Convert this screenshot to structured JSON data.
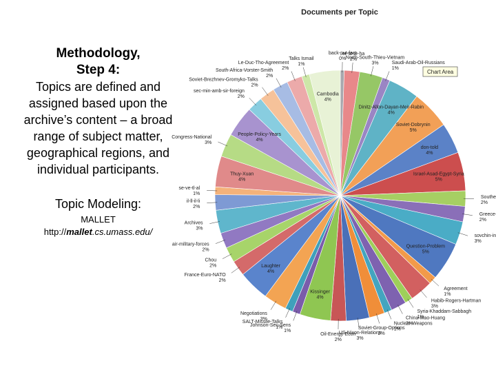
{
  "slide": {
    "heading_line1": "Methodology,",
    "heading_line2": "Step 4:",
    "body": "Topics are defined and assigned based upon the archive’s content – a broad range of subject matter, geographical regions, and individual participants.",
    "topic_modeling": "Topic Modeling:",
    "tool_name": "MALLET",
    "url_prefix": "http://",
    "url_bold": "mallet",
    "url_rest": ".cs.umass.edu/"
  },
  "tooltip": {
    "text": "Chart Area"
  },
  "chart_data": {
    "type": "pie",
    "title": "Documents per Topic",
    "slices": [
      {
        "label": "back-put-fact",
        "pct": "0%",
        "value": 0.5,
        "color": "#a8a8ae"
      },
      {
        "label": "er-st-te-ha",
        "pct": "2%",
        "value": 2,
        "color": "#e8888a"
      },
      {
        "label": "North-South-Thieu-Vietnam",
        "pct": "3%",
        "value": 3,
        "color": "#96c766"
      },
      {
        "label": "Saudi-Arab-Oil-Russians",
        "pct": "1%",
        "value": 1,
        "color": "#9a85c4"
      },
      {
        "label": "Dinitz-Allon-Dayan-Meir-Rabin",
        "pct": "4%",
        "value": 4,
        "color": "#5fb3c6"
      },
      {
        "label": "Soviet-Dobrynin",
        "pct": "5%",
        "value": 5,
        "color": "#f2a057"
      },
      {
        "label": "don-told",
        "pct": "4%",
        "value": 4,
        "color": "#5b82c7"
      },
      {
        "label": "Israel-Asad-Egypt-Syria",
        "pct": "5%",
        "value": 5,
        "color": "#cc4e4e"
      },
      {
        "label": "Southern-Europe",
        "pct": "2%",
        "value": 2,
        "color": "#a6cf63"
      },
      {
        "label": "Greece-Turkey",
        "pct": "2%",
        "value": 2,
        "color": "#8a6fb8"
      },
      {
        "label": "sovchin-indopak",
        "pct": "3%",
        "value": 3,
        "color": "#4aacc6"
      },
      {
        "label": "Question-Problem",
        "pct": "5%",
        "value": 5,
        "color": "#4f78c0"
      },
      {
        "label": "Agreement",
        "pct": "1%",
        "value": 1,
        "color": "#f29a4a"
      },
      {
        "label": "Habib-Rogers-Hartman",
        "pct": "3%",
        "value": 3,
        "color": "#d26060"
      },
      {
        "label": "Syria-Khaddam-Sabbagh",
        "pct": "1%",
        "value": 1,
        "color": "#9ecf5a"
      },
      {
        "label": "China-Mao-Huang",
        "pct": "2%",
        "value": 2,
        "color": "#7e62b0"
      },
      {
        "label": "Nuclear-Weapons",
        "pct": "1%",
        "value": 1,
        "color": "#43a5bf"
      },
      {
        "label": "Soviet-Group-Options",
        "pct": "2%",
        "value": 2,
        "color": "#f08e39"
      },
      {
        "label": "US-Nixon-Relations",
        "pct": "3%",
        "value": 3,
        "color": "#4a70b8"
      },
      {
        "label": "Oil-Energy-Econ",
        "pct": "2%",
        "value": 2,
        "color": "#c85656"
      },
      {
        "label": "Kissinger",
        "pct": "4%",
        "value": 4,
        "color": "#8fc652"
      },
      {
        "label": "Johnson-Sec-Sens",
        "pct": "1%",
        "value": 1,
        "color": "#7a5cab"
      },
      {
        "label": "SALT-Missile-Talks",
        "pct": "1%",
        "value": 1,
        "color": "#3fa0bb"
      },
      {
        "label": "Negotiations",
        "pct": "3%",
        "value": 3,
        "color": "#f3a453"
      },
      {
        "label": "Laughter",
        "pct": "4%",
        "value": 4,
        "color": "#5a84cc"
      },
      {
        "label": "France-Euro-NATO",
        "pct": "2%",
        "value": 2,
        "color": "#d46a6a"
      },
      {
        "label": "Chou",
        "pct": "2%",
        "value": 2,
        "color": "#a7d46a"
      },
      {
        "label": "air-military-forces",
        "pct": "2%",
        "value": 2,
        "color": "#9179c2"
      },
      {
        "label": "Archives",
        "pct": "3%",
        "value": 3,
        "color": "#5fb6cc"
      },
      {
        "label": "il-ll-il-li",
        "pct": "2%",
        "value": 2,
        "color": "#7e9ad4"
      },
      {
        "label": "se-ve-tl-al",
        "pct": "1%",
        "value": 1,
        "color": "#f4b27a"
      },
      {
        "label": "Thuy-Xuan",
        "pct": "4%",
        "value": 4,
        "color": "#e08a8a"
      },
      {
        "label": "Congress-National",
        "pct": "3%",
        "value": 3,
        "color": "#b6db85"
      },
      {
        "label": "People-Policy-Years",
        "pct": "4%",
        "value": 4,
        "color": "#a893cf"
      },
      {
        "label": "sec-min-amb-sir-foreign",
        "pct": "2%",
        "value": 2,
        "color": "#88cde0"
      },
      {
        "label": "Soviet-Brezhnev-Gromyko-Talks",
        "pct": "2%",
        "value": 2,
        "color": "#f6c29a"
      },
      {
        "label": "South-Africa-Vorster-Smith",
        "pct": "2%",
        "value": 2,
        "color": "#a7bce4"
      },
      {
        "label": "Le-Duc-Tho-Agreement",
        "pct": "2%",
        "value": 2,
        "color": "#ecaaaa"
      },
      {
        "label": "Talks Ismail",
        "pct": "1%",
        "value": 1,
        "color": "#cde7a8"
      },
      {
        "label": "Cambodia",
        "pct": "4%",
        "value": 4,
        "color": "#e8f2d6"
      }
    ]
  }
}
